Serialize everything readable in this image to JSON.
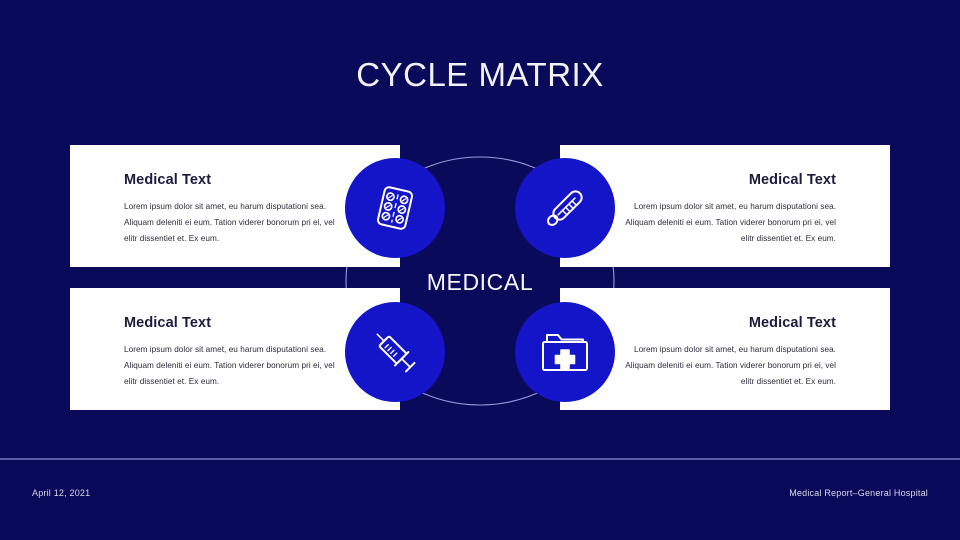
{
  "slide": {
    "title": "CYCLE MATRIX",
    "center_label": "MEDICAL",
    "background_color": "#0a0a5a",
    "accent_color": "#1414c8",
    "card_color": "#ffffff",
    "ring_color": "#9a9ad8"
  },
  "cards": [
    {
      "position": "top-left",
      "title": "Medical Text",
      "body": "Lorem ipsum dolor sit amet, eu harum disputationi sea. Aliquam deleniti ei eum. Tation viderer bonorum pri ei, vel elitr dissentiet et. Ex eum."
    },
    {
      "position": "top-right",
      "title": "Medical Text",
      "body": "Lorem ipsum dolor sit amet, eu harum disputationi sea. Aliquam deleniti ei eum. Tation viderer bonorum pri ei, vel elitr dissentiet et. Ex eum."
    },
    {
      "position": "bottom-left",
      "title": "Medical Text",
      "body": "Lorem ipsum dolor sit amet, eu harum disputationi sea. Aliquam deleniti ei eum. Tation viderer bonorum pri ei, vel elitr dissentiet et. Ex eum."
    },
    {
      "position": "bottom-right",
      "title": "Medical Text",
      "body": "Lorem ipsum dolor sit amet, eu harum disputationi sea. Aliquam deleniti ei eum. Tation viderer bonorum pri ei, vel elitr dissentiet et. Ex eum."
    }
  ],
  "nodes": [
    {
      "position": "top-left",
      "icon": "pill-blister-pack-icon"
    },
    {
      "position": "top-right",
      "icon": "thermometer-icon"
    },
    {
      "position": "bottom-left",
      "icon": "syringe-icon"
    },
    {
      "position": "bottom-right",
      "icon": "medical-folder-icon"
    }
  ],
  "footer": {
    "date": "April 12, 2021",
    "attribution": "Medical Report–General Hospital"
  }
}
